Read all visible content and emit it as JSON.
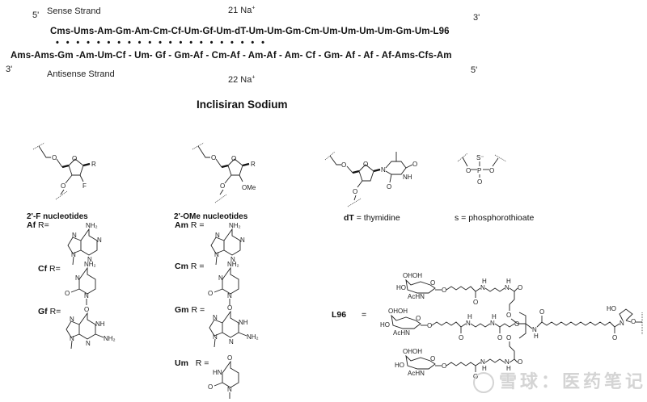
{
  "header": {
    "sense_label": "Sense Strand",
    "antisense_label": "Antisense Strand",
    "sense_5prime": "5'",
    "sense_3prime": "3'",
    "antisense_3prime": "3'",
    "antisense_5prime": "5'",
    "sense_counterion": "21 Na",
    "antisense_counterion": "22 Na",
    "counterion_charge": "+"
  },
  "sequence": {
    "sense": "Cms-Ums-Am-Gm-Am-Cm-Cf-Um-Gf-Um-dT-Um-Um-Gm-Cm-Um-Um-Um-Um-Gm-Um-L96",
    "sense_units": [
      "Cms",
      "Ums",
      "Am",
      "Gm",
      "Am",
      "Cm",
      "Cf",
      "Um",
      "Gf",
      "Um",
      "dT",
      "Um",
      "Um",
      "Gm",
      "Cm",
      "Um",
      "Um",
      "Um",
      "Um",
      "Gm",
      "Um",
      "L96"
    ],
    "pairing_dots": "•   •   •   •   •   •   •   •   •   •   •   •   •   •   •   •   •   •   •   •   •",
    "antisense": "Ams-Ams-Gm -Am-Um-Cf - Um- Gf - Gm-Af - Cm-Af - Am-Af - Am- Cf - Gm- Af -  Af - Af-Ams-Cfs-Am",
    "antisense_units": [
      "Ams",
      "Ams",
      "Gm",
      "Am",
      "Um",
      "Cf",
      "Um",
      "Gf",
      "Gm",
      "Af",
      "Cm",
      "Af",
      "Am",
      "Af",
      "Am",
      "Cf",
      "Gm",
      "Af",
      "Af",
      "Af",
      "Ams",
      "Cfs",
      "Am"
    ]
  },
  "title": "Inclisiran Sodium",
  "sections": {
    "fluoro": {
      "heading": "2'-F nucleotides",
      "substituent": "F",
      "r_label": "R",
      "items": [
        {
          "code": "Af",
          "eq": "R=",
          "base": "adenine"
        },
        {
          "code": "Cf",
          "eq": "R=",
          "base": "cytosine"
        },
        {
          "code": "Gf",
          "eq": "R=",
          "base": "guanine"
        }
      ]
    },
    "methoxy": {
      "heading": "2'-OMe nucleotides",
      "substituent": "OMe",
      "r_label": "R",
      "items": [
        {
          "code": "Am",
          "eq": "R =",
          "base": "adenine"
        },
        {
          "code": "Cm",
          "eq": "R =",
          "base": "cytosine"
        },
        {
          "code": "Gm",
          "eq": "R =",
          "base": "guanine"
        },
        {
          "code": "Um",
          "eq": "R =",
          "base": "uracil"
        }
      ]
    },
    "thymidine": {
      "code": "dT",
      "caption": "= thymidine"
    },
    "phosphorothioate": {
      "code": "s",
      "caption": "= phosphorothioate"
    },
    "linker": {
      "code": "L96",
      "eq": "="
    }
  },
  "atoms": {
    "O": "O",
    "N": "N",
    "NH": "NH",
    "HN": "HN",
    "NH2": "NH₂",
    "F": "F",
    "OMe": "OMe",
    "S": "S⁻",
    "P": "P",
    "HO": "HO",
    "OH": "OH",
    "H": "H",
    "AcHN": "AcHN",
    "R": "R"
  },
  "watermark": "雪球：医药笔记"
}
